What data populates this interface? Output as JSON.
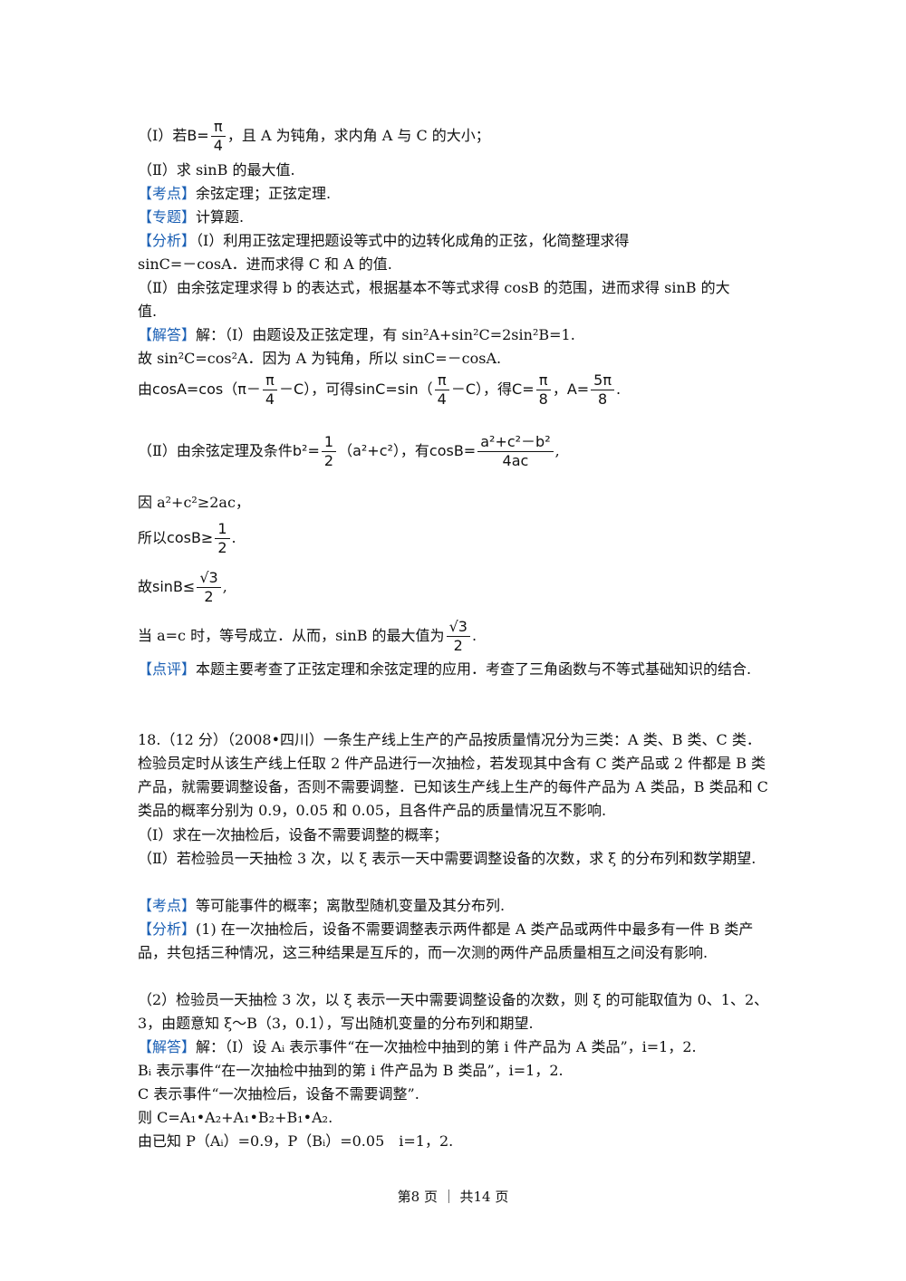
{
  "prob17": {
    "part1_a": "（Ⅰ）若",
    "part1_b": "，且 A 为钝角，求内角 A 与 C 的大小；",
    "part2": "（Ⅱ）求 sinB 的最大值.",
    "kaodian_tag": "【考点】",
    "kaodian": "余弦定理；正弦定理.",
    "zhuanti_tag": "【专题】",
    "zhuanti": "计算题.",
    "fenxi_tag": "【分析】",
    "fenxi1": "（Ⅰ）利用正弦定理把题设等式中的边转化成角的正弦，化简整理求得",
    "fenxi2": "sinC=－cosA．进而求得 C 和 A 的值.",
    "fenxi3": "（Ⅱ）由余弦定理求得 b 的表达式，根据基本不等式求得 cosB 的范围，进而求得 sinB 的大",
    "fenxi4": "值.",
    "jieda_tag": "【解答】",
    "jieda1": "解：（Ⅰ）由题设及正弦定理，有 sin²A+sin²C=2sin²B=1.",
    "jieda2": "故 sin²C=cos²A．因为 A 为钝角，所以 sinC=－cosA.",
    "jieda3_a": "由",
    "jieda3_b": "cosA=cos（π－",
    "jieda3_c": "－C），可得",
    "jieda3_d": "sinC=sin（",
    "jieda3_e": "－C），得",
    "jieda3_f": "C=",
    "jieda3_g": "，A=",
    "jieda4_a": "（Ⅱ）由余弦定理及条件",
    "jieda4_b": "b²=",
    "jieda4_c": "（a²+c²），有",
    "jieda4_d": "cosB=",
    "jieda5": "因 a²+c²≥2ac，",
    "jieda6_a": "所以",
    "jieda6_b": "cosB≥",
    "jieda7_a": "故",
    "jieda7_b": "sinB≤",
    "jieda8_a": "当 a=c 时，等号成立．从而，sinB 的最大值为",
    "dianping_tag": "【点评】",
    "dianping": "本题主要考查了正弦定理和余弦定理的应用．考查了三角函数与不等式基础知识的结合."
  },
  "fractions": {
    "pi_over_4_num": "π",
    "pi_over_4_den": "4",
    "pi_over_8_num": "π",
    "pi_over_8_den": "8",
    "five_pi_over_8_num": "5π",
    "five_pi_over_8_den": "8",
    "half_num": "1",
    "half_den": "2",
    "cos_num": "a²+c²－b²",
    "cos_den": "4ac",
    "sqrt3_num": "√3",
    "sqrt3_den": "2",
    "b_eq_prefix": "B=",
    "period": ".",
    "comma": ","
  },
  "prob18": {
    "stem": "18.（12 分）（2008•四川）一条生产线上生产的产品按质量情况分为三类：A 类、B 类、C 类．检验员定时从该生产线上任取 2 件产品进行一次抽检，若发现其中含有 C 类产品或 2 件都是 B 类产品，就需要调整设备，否则不需要调整．已知该生产线上生产的每件产品为 A 类品，B 类品和 C 类品的概率分别为 0.9，0.05 和 0.05，且各件产品的质量情况互不影响.",
    "q1": "（Ⅰ）求在一次抽检后，设备不需要调整的概率；",
    "q2": "（Ⅱ）若检验员一天抽检 3 次，以 ξ 表示一天中需要调整设备的次数，求 ξ 的分布列和数学期望.",
    "kaodian_tag": "【考点】",
    "kaodian": "等可能事件的概率；离散型随机变量及其分布列.",
    "fenxi_tag": "【分析】",
    "fenxi1": "(1) 在一次抽检后，设备不需要调整表示两件都是 A 类产品或两件中最多有一件 B 类产品，共包括三种情况，这三种结果是互斥的，而一次测的两件产品质量相互之间没有影响.",
    "fenxi2": "（2）检验员一天抽检 3 次，以 ξ 表示一天中需要调整设备的次数，则 ξ 的可能取值为 0、1、2、3，由题意知 ξ～B（3，0.1），写出随机变量的分布列和期望.",
    "jieda_tag": "【解答】",
    "jieda1": "解：（Ⅰ）设 Aᵢ 表示事件“在一次抽检中抽到的第 i 件产品为 A 类品”，i=1，2.",
    "jieda2": "Bᵢ 表示事件“在一次抽检中抽到的第 i 件产品为 B 类品”，i=1，2.",
    "jieda3": "C 表示事件“一次抽检后，设备不需要调整”.",
    "jieda4": "则 C=A₁•A₂+A₁•B₂+B₁•A₂.",
    "jieda5": "由已知 P（Aᵢ）=0.9，P（Bᵢ）=0.05　i=1，2."
  },
  "footer": {
    "text": "第8 页 ｜ 共14 页"
  }
}
